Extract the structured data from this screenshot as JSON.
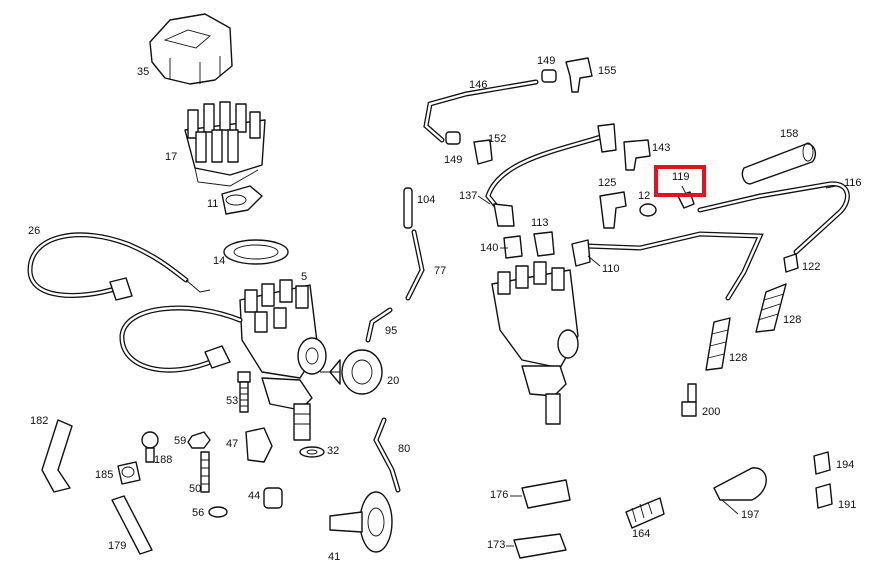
{
  "diagram": {
    "highlight_color": "#e8101a",
    "highlighted_part": "119",
    "parts": {
      "p35": "35",
      "p17": "17",
      "p11": "11",
      "p14": "14",
      "p5": "5",
      "p26": "26",
      "p104": "104",
      "p77": "77",
      "p95": "95",
      "p20": "20",
      "p53": "53",
      "p32": "32",
      "p80": "80",
      "p59": "59",
      "p188": "188",
      "p47": "47",
      "p182": "182",
      "p185": "185",
      "p50": "50",
      "p56": "56",
      "p44": "44",
      "p179": "179",
      "p41": "41",
      "p146": "146",
      "p149a": "149",
      "p155": "155",
      "p152": "152",
      "p149b": "149",
      "p143": "143",
      "p158": "158",
      "p137": "137",
      "p125": "125",
      "p12": "12",
      "p119": "119",
      "p116": "116",
      "p113": "113",
      "p140": "140",
      "p110": "110",
      "p122": "122",
      "p128a": "128",
      "p128b": "128",
      "p200": "200",
      "p176": "176",
      "p173": "173",
      "p164": "164",
      "p197": "197",
      "p194": "194",
      "p191": "191"
    }
  }
}
